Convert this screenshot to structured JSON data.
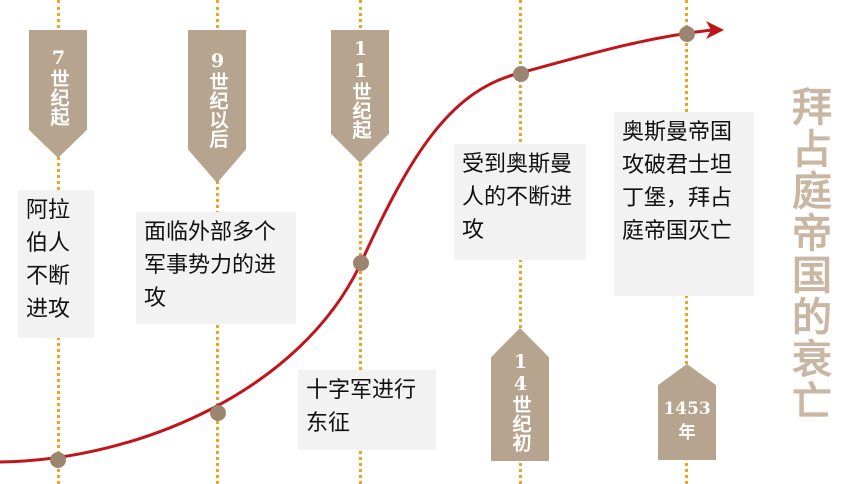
{
  "title": "拜占庭帝国的衰亡",
  "periods": [
    {
      "label": "7世纪起",
      "event": "阿拉伯人不断进攻"
    },
    {
      "label": "9世纪以后",
      "event": "面临外部多个军事势力的进攻"
    },
    {
      "label": "11世纪起",
      "event": "十字军进行东征"
    },
    {
      "label": "14世纪初",
      "event": "受到奥斯曼人的不断进攻"
    },
    {
      "label": "1453年",
      "event": "奥斯曼帝国攻破君士坦丁堡，拜占庭帝国灭亡"
    }
  ],
  "colors": {
    "curve": "#c0151b",
    "dots": "#9c8570",
    "tags": "#b7a48f",
    "dotted_line": "#f0a323",
    "title": "#c9b6a3"
  }
}
